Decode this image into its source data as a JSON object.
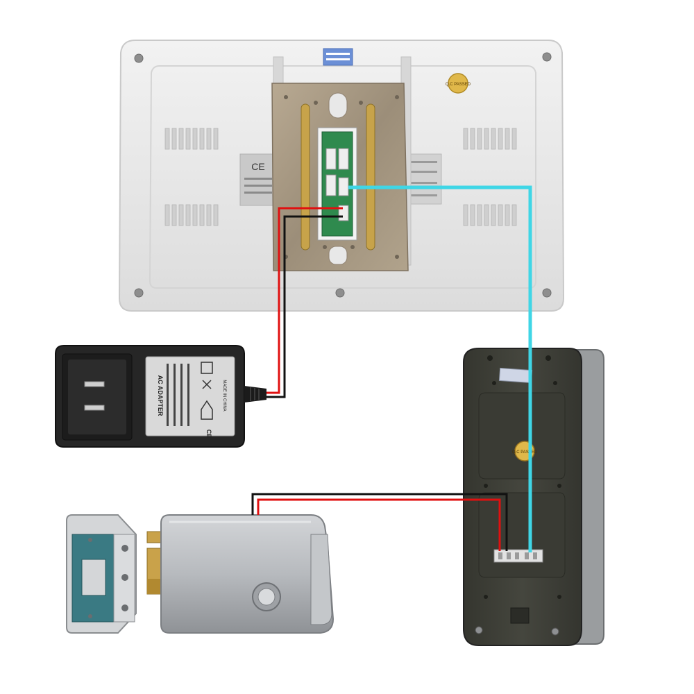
{
  "colors": {
    "background": "#ffffff",
    "monitor_body": "#e9e9e9",
    "bracket": "#a89a86",
    "pcb": "#2f8a4e",
    "wire_red": "#e01010",
    "wire_black": "#111111",
    "wire_cyan": "#3fd6e6",
    "doorbell_body": "#3e3f38",
    "adapter_body": "#262626",
    "lock_body": "#b9bcc0",
    "lock_plate": "#3a7a83"
  },
  "components": {
    "monitor": {
      "icon": "indoor-monitor-icon",
      "ce_mark": "CE",
      "qc_sticker": "Q.C PASSED"
    },
    "adapter": {
      "icon": "power-adapter-icon",
      "label_title": "AC ADAPTER",
      "ce_mark": "CE",
      "made_in": "MADE IN CHINA"
    },
    "doorbell": {
      "icon": "outdoor-camera-icon",
      "qc_sticker": "Q.C PASSED"
    },
    "lock": {
      "icon": "electric-lock-icon"
    }
  }
}
